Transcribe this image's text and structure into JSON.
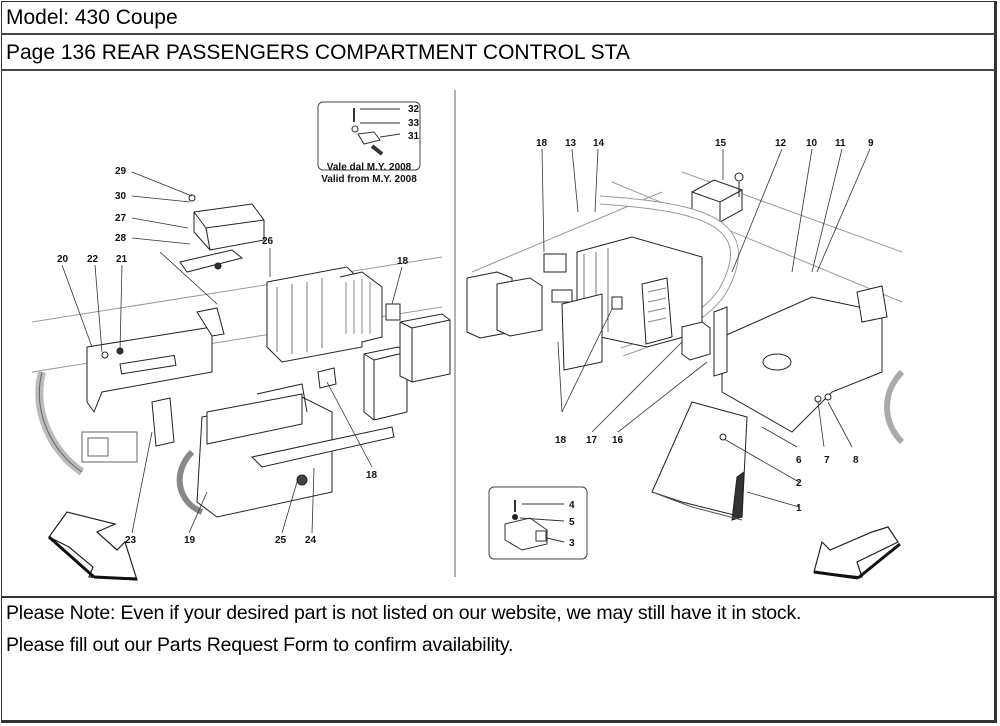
{
  "header": {
    "model": "Model: 430 Coupe",
    "page": "Page 136   REAR PASSENGERS COMPARTMENT CONTROL STA"
  },
  "diagram": {
    "left_panel": {
      "callouts": [
        "29",
        "30",
        "27",
        "28",
        "26",
        "20",
        "22",
        "21",
        "18",
        "18",
        "23",
        "19",
        "25",
        "24"
      ],
      "inset": {
        "callouts": [
          "32",
          "33",
          "31"
        ],
        "caption_it": "Vale dal M.Y. 2008",
        "caption_en": "Valid from M.Y. 2008"
      }
    },
    "right_panel": {
      "callouts": [
        "18",
        "13",
        "14",
        "15",
        "12",
        "10",
        "11",
        "9",
        "18",
        "17",
        "16",
        "6",
        "7",
        "8",
        "2",
        "1"
      ],
      "inset": {
        "callouts": [
          "4",
          "5",
          "3"
        ]
      }
    },
    "direction_arrows": [
      "front-arrow-left",
      "front-arrow-right"
    ]
  },
  "note": {
    "line1": "Please Note: Even if your desired part is not listed on our website, we may still have it in stock.",
    "line2": "Please fill out our Parts Request Form to confirm availability."
  }
}
